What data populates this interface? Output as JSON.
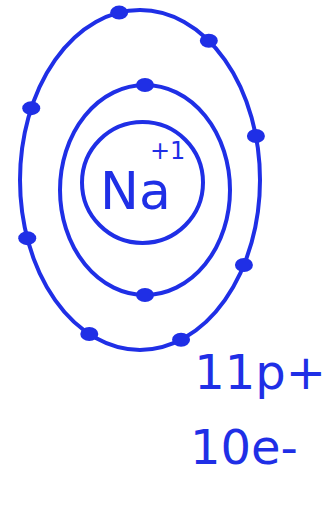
{
  "diagram": {
    "nodes": [
      {
        "text": [
          "Na",
          "+1"
        ]
      }
    ],
    "labels": [
      "11p+",
      "10e-"
    ]
  }
}
